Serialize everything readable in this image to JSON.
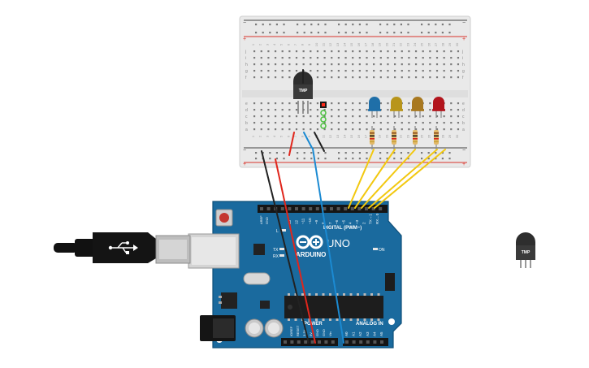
{
  "sensor_label": "TMP",
  "spare_sensor_label": "TMP",
  "arduino": {
    "brand": "ARDUINO",
    "model": "UNO",
    "digital_header": "DIGITAL (PWM~)",
    "analog_header": "ANALOG IN",
    "power_header": "POWER",
    "on_label": "ON",
    "tx_label": "TX",
    "rx_label": "RX",
    "l_label": "L",
    "aref_label": "AREF",
    "gnd_label": "GND",
    "digital_pins": [
      "13",
      "12",
      "~11",
      "~10",
      "~9",
      "8",
      "7",
      "~6",
      "~5",
      "4",
      "~3",
      "2",
      "TX→1",
      "RX←0"
    ],
    "power_pins": [
      "IOREF",
      "RESET",
      "3.3V",
      "5V",
      "GND",
      "GND",
      "Vin"
    ],
    "analog_pins": [
      "A0",
      "A1",
      "A2",
      "A3",
      "A4",
      "A5"
    ]
  },
  "breadboard": {
    "row_letters_top": [
      "j",
      "i",
      "h",
      "g",
      "f"
    ],
    "row_letters_bottom": [
      "e",
      "d",
      "c",
      "b",
      "a"
    ],
    "column_numbers": [
      "1",
      "2",
      "3",
      "4",
      "5",
      "6",
      "7",
      "8",
      "9",
      "10",
      "11",
      "12",
      "13",
      "14",
      "15",
      "16",
      "17",
      "18",
      "19",
      "20",
      "21",
      "22",
      "23",
      "24",
      "25",
      "26",
      "27",
      "28",
      "29",
      "30"
    ]
  },
  "leds": [
    {
      "name": "blue",
      "color": "#1f6fa8"
    },
    {
      "name": "yellow",
      "color": "#b8951a"
    },
    {
      "name": "orange",
      "color": "#a8781f"
    },
    {
      "name": "red",
      "color": "#b2141c"
    }
  ],
  "colors": {
    "board": "#1a6a9e",
    "breadboard": "#e9e9e9",
    "wire_black": "#222222",
    "wire_red": "#e0261c",
    "wire_blue": "#1b8ad2",
    "wire_yellow": "#f2c80f"
  }
}
